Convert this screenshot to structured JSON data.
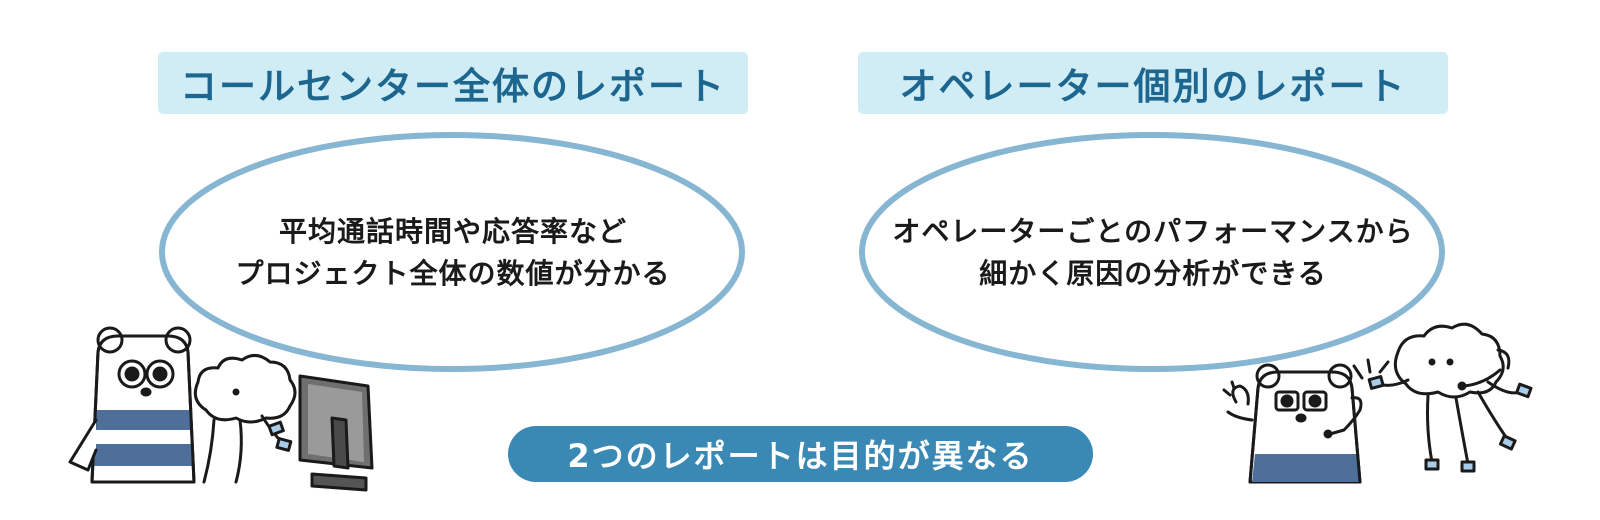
{
  "left": {
    "title": "コールセンター全体のレポート",
    "bubble_lines": [
      "平均通話時間や応答率など",
      "プロジェクト全体の数値が分かる"
    ]
  },
  "right": {
    "title": "オペレーター個別のレポート",
    "bubble_lines": [
      "オペレーターごとのパフォーマンスから",
      "細かく原因の分析ができる"
    ]
  },
  "footer": {
    "label": "2つのレポートは目的が異なる"
  },
  "colors": {
    "title_bg": "#d0ecf4",
    "title_text": "#1c6690",
    "bubble_outline": "#86b6d2",
    "pill_bg": "#3a88b4",
    "stripe": "#4d6f9a"
  }
}
